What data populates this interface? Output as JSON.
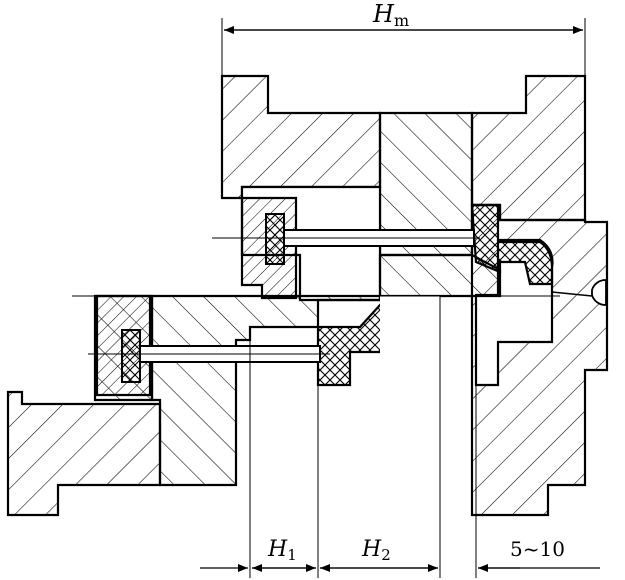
{
  "labels": {
    "hm_main": "H",
    "hm_sub": "m",
    "h1_main": "H",
    "h1_sub": "1",
    "h2_main": "H",
    "h2_sub": "2",
    "range": "5~10"
  },
  "colors": {
    "line": "#000000",
    "background": "#ffffff"
  }
}
